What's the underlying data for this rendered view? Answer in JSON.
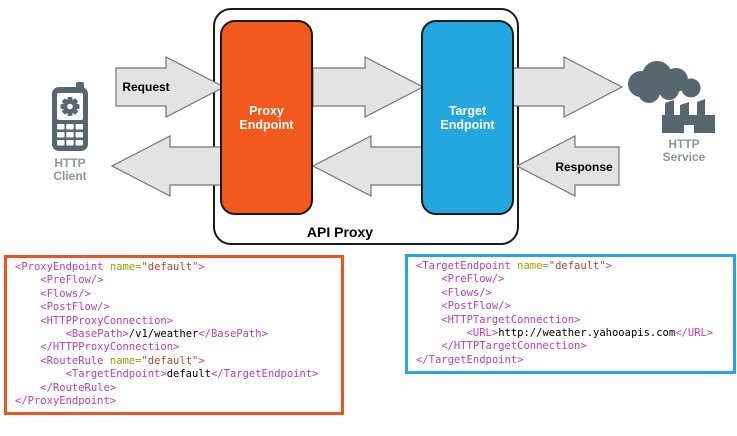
{
  "diagram": {
    "api_proxy_label": "API Proxy",
    "request_label": "Request",
    "response_label": "Response",
    "proxy_endpoint_label": [
      "Proxy",
      "Endpoint"
    ],
    "target_endpoint_label": [
      "Target",
      "Endpoint"
    ],
    "http_client_label": [
      "HTTP",
      "Client"
    ],
    "http_service_label": [
      "HTTP",
      "Service"
    ],
    "colors": {
      "proxy_orange": "#F2591C",
      "proxy_border_orange": "#EE5321",
      "target_blue": "#24A7DE",
      "arrow_fill": "#E3E3E3",
      "arrow_stroke": "#757575",
      "icon_slate": "#566770",
      "side_label_gray": "#8D969B"
    }
  },
  "syntax_colors": {
    "tag": "#C837C8",
    "attr": "#A0A000",
    "value": "#CB3F2A",
    "plain": "#000000"
  },
  "code_panels": [
    {
      "name": "proxy-endpoint-xml",
      "lines": [
        [
          [
            "tag",
            "<ProxyEndpoint "
          ],
          [
            "attr",
            "name="
          ],
          [
            "val",
            "\"default\""
          ],
          [
            "tag",
            ">"
          ]
        ],
        [
          [
            "tag",
            "    <PreFlow/>"
          ]
        ],
        [
          [
            "tag",
            "    <Flows/>"
          ]
        ],
        [
          [
            "tag",
            "    <PostFlow/>"
          ]
        ],
        [
          [
            "tag",
            "    <HTTPProxyConnection>"
          ]
        ],
        [
          [
            "tag",
            "        <BasePath>"
          ],
          [
            "plain",
            "/v1/weather"
          ],
          [
            "tag",
            "</BasePath>"
          ]
        ],
        [
          [
            "tag",
            "    </HTTPProxyConnection>"
          ]
        ],
        [
          [
            "tag",
            "    <RouteRule "
          ],
          [
            "attr",
            "name="
          ],
          [
            "val",
            "\"default\""
          ],
          [
            "tag",
            ">"
          ]
        ],
        [
          [
            "tag",
            "        <TargetEndpoint>"
          ],
          [
            "plain",
            "default"
          ],
          [
            "tag",
            "</TargetEndpoint>"
          ]
        ],
        [
          [
            "tag",
            "    </RouteRule>"
          ]
        ],
        [
          [
            "tag",
            "</ProxyEndpoint>"
          ]
        ]
      ]
    },
    {
      "name": "target-endpoint-xml",
      "lines": [
        [
          [
            "tag",
            "<TargetEndpoint "
          ],
          [
            "attr",
            "name="
          ],
          [
            "val",
            "\"default\""
          ],
          [
            "tag",
            ">"
          ]
        ],
        [
          [
            "tag",
            "    <PreFlow/>"
          ]
        ],
        [
          [
            "tag",
            "    <Flows/>"
          ]
        ],
        [
          [
            "tag",
            "    <PostFlow/>"
          ]
        ],
        [
          [
            "tag",
            "    <HTTPTargetConnection>"
          ]
        ],
        [
          [
            "tag",
            "        <URL>"
          ],
          [
            "plain",
            "http://weather.yahooapis.com"
          ],
          [
            "tag",
            "</URL>"
          ]
        ],
        [
          [
            "tag",
            "    </HTTPTargetConnection>"
          ]
        ],
        [
          [
            "tag",
            "</TargetEndpoint>"
          ]
        ]
      ]
    }
  ]
}
